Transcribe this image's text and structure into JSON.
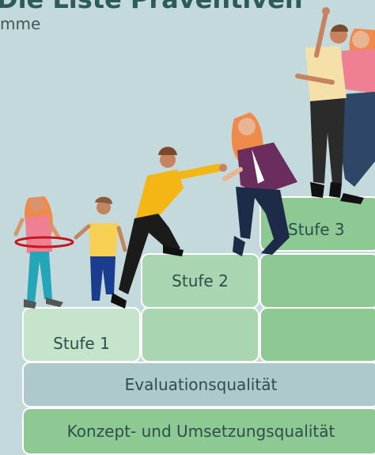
{
  "header": {
    "title": "Die Liste Präventiven",
    "subtitle": "mme"
  },
  "pyramid": {
    "stage1_label": "Stufe 1",
    "stage2_label": "Stufe 2",
    "stage3_label": "Stufe 3",
    "base_evaluation": "Evaluationsqualität",
    "base_concept": "Konzept- und Umsetzungsqualität"
  },
  "colors": {
    "background": "#c4d9db",
    "stage1": "#c6e4cc",
    "stage2": "#a9d6b0",
    "stage3": "#8ec893",
    "evaluation": "#adc9cc",
    "concept": "#8ec893"
  }
}
